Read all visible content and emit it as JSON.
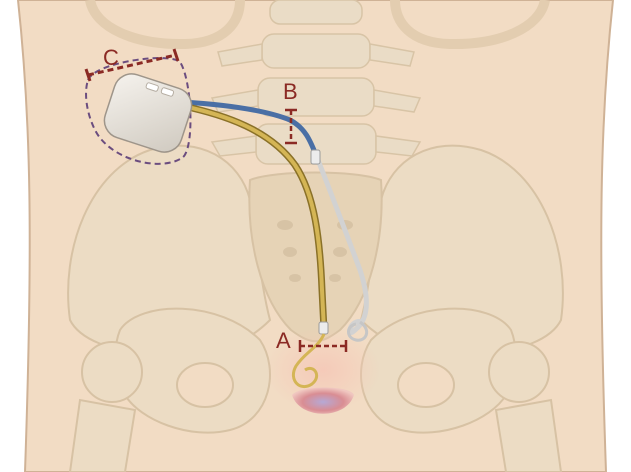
{
  "labels": {
    "a": "A",
    "b": "B",
    "c": "C"
  },
  "colors": {
    "skin": "#f2dcc4",
    "outline": "#cfb296",
    "bone": "#eadcc6",
    "bone_shadow": "#dcc9ad",
    "label": "#8b2a24",
    "dashed_pocket": "#6b4d7f",
    "lead_yellow": "#c8a94a",
    "lead_blue": "#4a6fa5",
    "lead_white": "#d9d9d9",
    "device": "#e7e3dd",
    "bladder_red": "#d87a80",
    "bladder_blue": "#8a86b8"
  },
  "icons": {
    "device": "implanted-generator-icon",
    "spine": "spine-icon",
    "pelvis": "pelvis-icon"
  }
}
